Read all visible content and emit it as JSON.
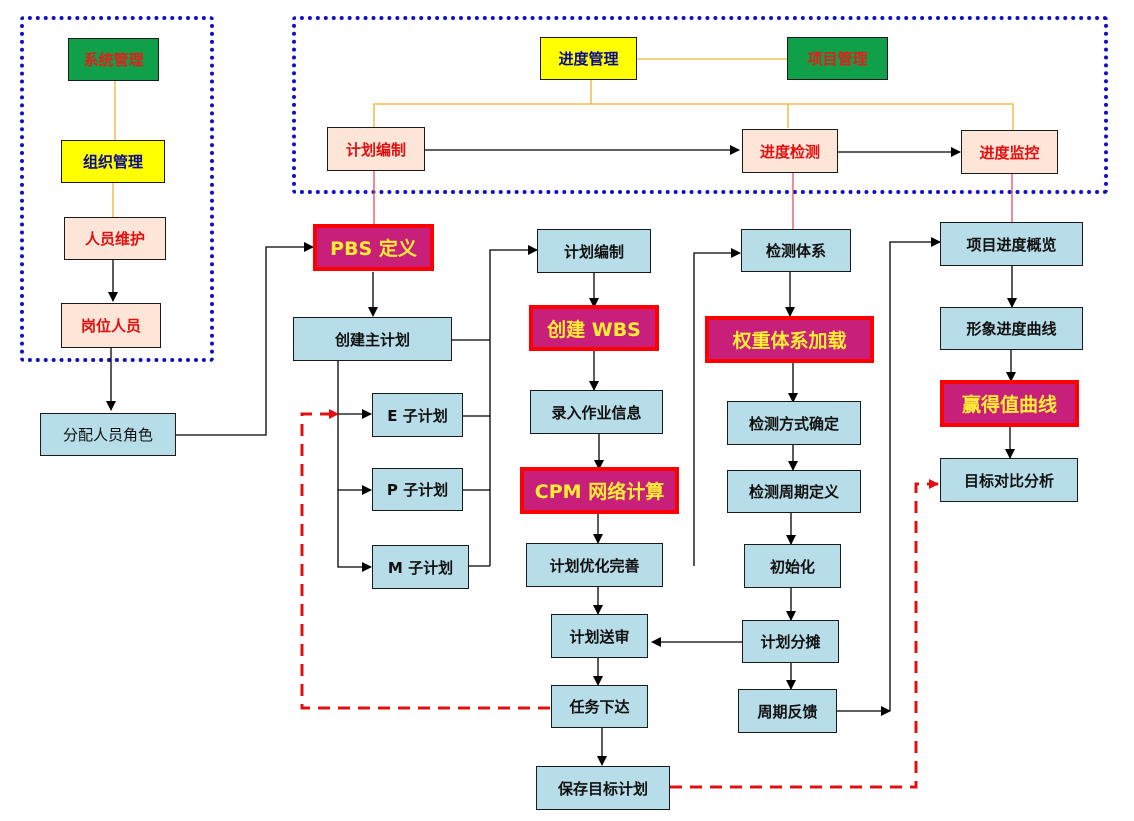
{
  "groups": {
    "system_admin": "system-admin-group",
    "schedule_mgmt": "schedule-management-group"
  },
  "nodes": {
    "system_mgmt": "系统管理",
    "org_mgmt": "组织管理",
    "personnel_maint": "人员维护",
    "post_personnel": "岗位人员",
    "assign_roles": "分配人员角色",
    "schedule_mgmt": "进度管理",
    "project_mgmt": "项目管理",
    "plan_compile_top": "计划编制",
    "progress_check": "进度检测",
    "progress_monitor": "进度监控",
    "pbs_define": "PBS 定义",
    "create_master_plan": "创建主计划",
    "e_subplan": "E 子计划",
    "p_subplan": "P 子计划",
    "m_subplan": "M 子计划",
    "plan_compile": "计划编制",
    "create_wbs": "创建 WBS",
    "enter_activity": "录入作业信息",
    "cpm_calc": "CPM 网络计算",
    "plan_optimize": "计划优化完善",
    "plan_review": "计划送审",
    "task_issue": "任务下达",
    "save_baseline": "保存目标计划",
    "check_system": "检测体系",
    "weight_load": "权重体系加载",
    "check_method": "检测方式确定",
    "check_period": "检测周期定义",
    "initialize": "初始化",
    "plan_allocate": "计划分摊",
    "period_feedback": "周期反馈",
    "project_overview": "项目进度概览",
    "visual_curve": "形象进度曲线",
    "earned_value": "赢得值曲线",
    "target_compare": "目标对比分析"
  },
  "colors": {
    "group_border": "#1010c8",
    "module_green": "#10a04a",
    "module_yellow": "#ffff00",
    "function_peach": "#fde6d8",
    "step_blue": "#b7dde8",
    "highlight_magenta": "#c8207a",
    "highlight_border": "#ff0000",
    "hierarchy_line": "#f0b030",
    "drop_line": "#e05060",
    "flow_line": "#000000",
    "feedback_dash": "#e01010"
  }
}
